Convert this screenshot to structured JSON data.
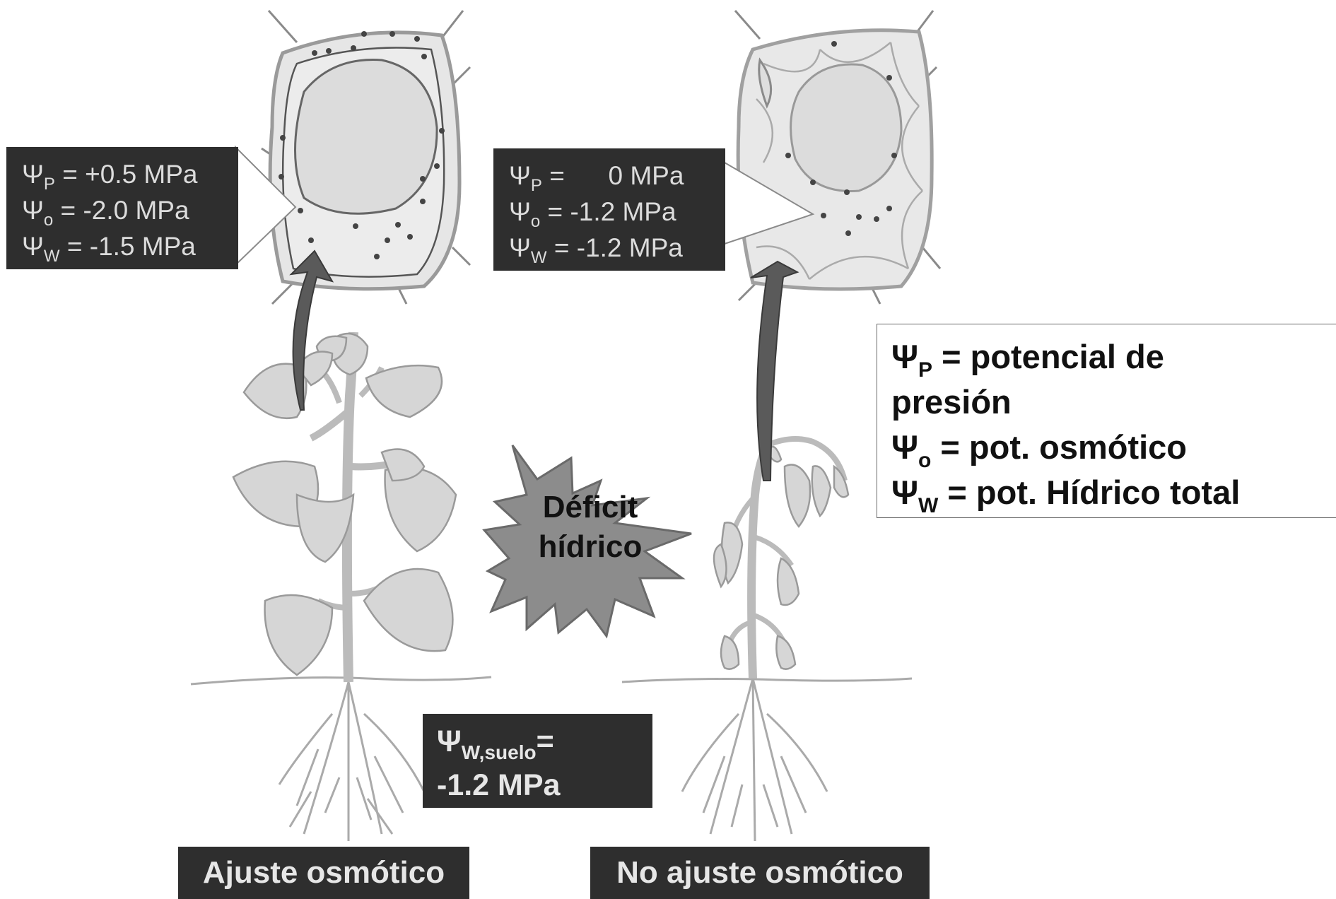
{
  "left_cell": {
    "psi_p": {
      "symbol": "Ψ",
      "sub": "P",
      "value": " = +0.5 MPa"
    },
    "psi_o": {
      "symbol": "Ψ",
      "sub": "o",
      "value": " = -2.0 MPa"
    },
    "psi_w": {
      "symbol": "Ψ",
      "sub": "W",
      "value": " = -1.5 MPa"
    }
  },
  "right_cell": {
    "psi_p": {
      "symbol": "Ψ",
      "sub": "P",
      "value": " =      0 MPa"
    },
    "psi_o": {
      "symbol": "Ψ",
      "sub": "o",
      "value": " = -1.2 MPa"
    },
    "psi_w": {
      "symbol": "Ψ",
      "sub": "W",
      "value": " = -1.2 MPa"
    }
  },
  "soil": {
    "symbol": "Ψ",
    "sub": "W,suelo",
    "eq": "=",
    "value": "-1.2 MPa"
  },
  "burst": {
    "line1": "Déficit",
    "line2": "hídrico"
  },
  "legend": {
    "p_symbol": "Ψ",
    "p_sub": "P",
    "p_text": " = potencial de",
    "p_text2": "presión",
    "o_symbol": "Ψ",
    "o_sub": "o",
    "o_text": " = pot. osmótico",
    "w_symbol": "Ψ",
    "w_sub": "W",
    "w_text": " = pot. Hídrico total"
  },
  "labels": {
    "left_plant": "Ajuste osmótico",
    "right_plant": "No ajuste osmótico"
  }
}
